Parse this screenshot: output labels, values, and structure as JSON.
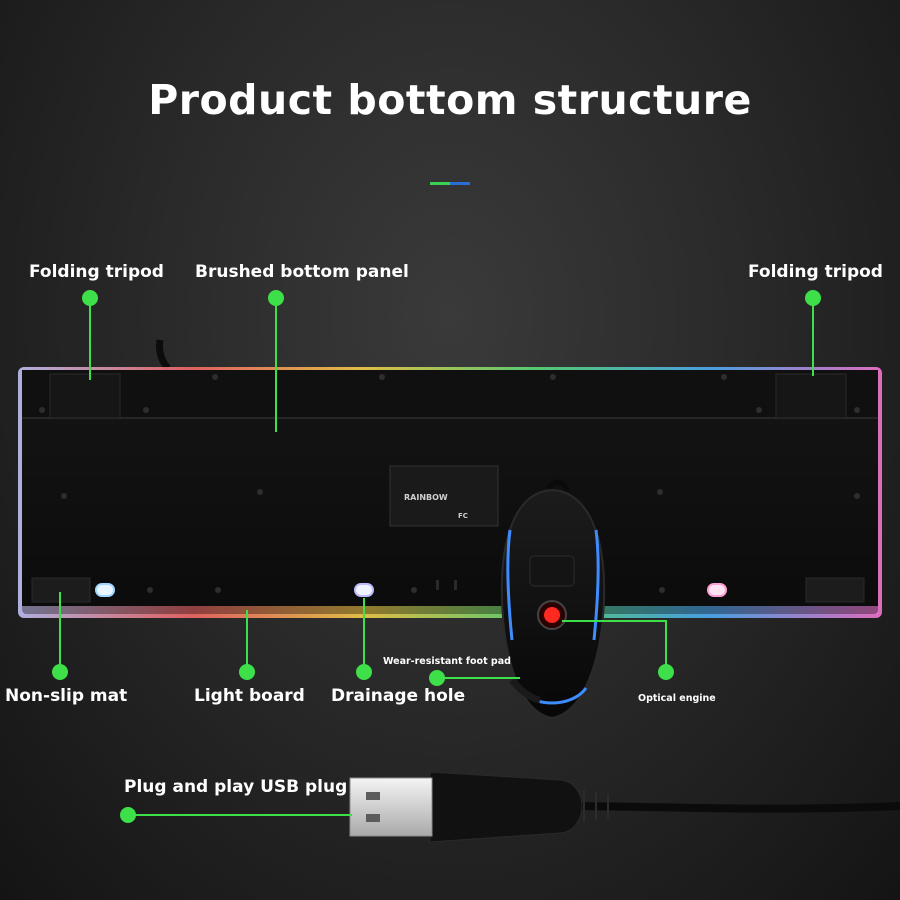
{
  "title": "Product bottom structure",
  "accent_colors": {
    "leader": "#3ee04a",
    "underline_green": "#39d353",
    "underline_blue": "#2b6fd6"
  },
  "callouts": {
    "folding_tripod_left": "Folding tripod",
    "brushed_bottom_panel": "Brushed bottom panel",
    "folding_tripod_right": "Folding tripod",
    "non_slip_mat": "Non-slip mat",
    "light_board": "Light board",
    "drainage_hole": "Drainage hole",
    "wear_resistant_foot_pad": "Wear-resistant foot pad",
    "optical_engine": "Optical engine",
    "usb_plug": "Plug and play USB plug"
  },
  "product_label": {
    "brand": "RAINBOW",
    "cert": "FC"
  }
}
